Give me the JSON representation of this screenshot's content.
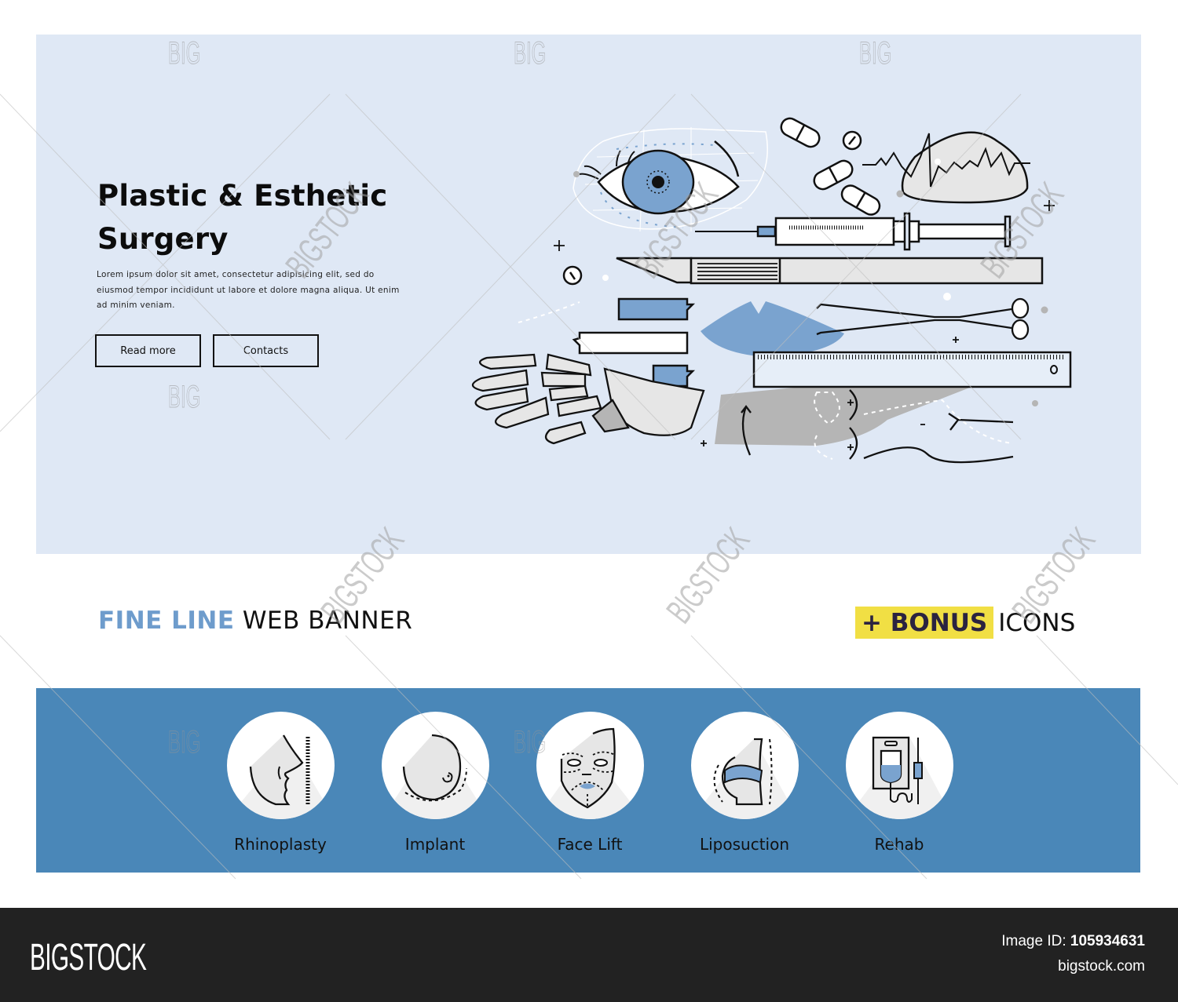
{
  "hero": {
    "title_line1": "Plastic & Esthetic",
    "title_line2": "Surgery",
    "description": "Lorem ipsum dolor sit amet, consectetur adipisicing elit, sed do eiusmod tempor incididunt ut labore et dolore magna aliqua. Ut enim ad minim veniam.",
    "buttons": [
      {
        "label": "Read more"
      },
      {
        "label": "Contacts"
      }
    ],
    "background_color": "#dfe8f5",
    "accent_color": "#7aa3cf",
    "illustration_elements": [
      "eye-icon",
      "pills-icon",
      "heartbeat-icon",
      "breast-implant-icon",
      "syringe-icon",
      "scalpel-icon",
      "lips-icon",
      "forceps-icon",
      "ruler-icon",
      "robotic-hand-icon",
      "body-contour-icon",
      "tag-labels"
    ]
  },
  "captions": {
    "left_accent": "FINE LINE",
    "left_plain": "WEB BANNER",
    "right_highlight": "+ BONUS",
    "right_plain": "ICONS",
    "accent_color": "#6e9ccc",
    "highlight_color": "#f1df44"
  },
  "icon_strip": {
    "background_color": "#4a87b8",
    "items": [
      {
        "label": "Rhinoplasty",
        "icon": "nose-profile-icon"
      },
      {
        "label": "Implant",
        "icon": "breast-implant-icon"
      },
      {
        "label": "Face Lift",
        "icon": "face-lift-icon"
      },
      {
        "label": "Liposuction",
        "icon": "liposuction-icon"
      },
      {
        "label": "Rehab",
        "icon": "iv-drip-icon"
      }
    ]
  },
  "footer": {
    "logo": "BIGSTOCK",
    "image_id_label": "Image ID:",
    "image_id": "105934631",
    "site": "bigstock.com"
  },
  "watermarks": {
    "small": "BIG",
    "diagonal": "BIGSTOCK"
  }
}
